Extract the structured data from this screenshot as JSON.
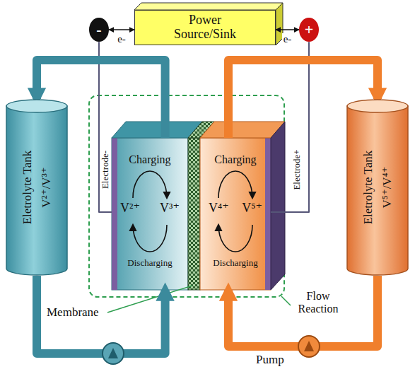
{
  "diagram": {
    "nodes": [
      {
        "text": [
          "-"
        ]
      },
      {
        "text": [
          "Power Source/Sink"
        ]
      },
      {
        "text": [
          "+"
        ]
      },
      {
        "text": [
          "Eletrolyte Tank",
          "V²⁺/V³⁺"
        ]
      },
      {
        "text": [
          "Charging",
          "V²⁺",
          "V³⁺",
          "Discharging"
        ]
      },
      {
        "text": [
          "Charging",
          "V⁴⁺",
          "V⁵⁺",
          "Discharging"
        ]
      },
      {
        "text": [
          "Eletrolyte Tank",
          "V⁵⁺/V⁴⁺"
        ]
      }
    ],
    "edges": [
      {
        "from": 0,
        "to": 1,
        "arrow": "both",
        "label": "e-"
      },
      {
        "from": 1,
        "to": 2,
        "arrow": "both",
        "label": "e-"
      },
      {
        "from": 0,
        "to": 4,
        "arrow": "none"
      },
      {
        "from": 2,
        "to": 5,
        "arrow": "none"
      },
      {
        "from": 4,
        "to": 3,
        "arrow": "to"
      },
      {
        "from": 3,
        "to": 4,
        "arrow": "to"
      },
      {
        "from": 5,
        "to": 6,
        "arrow": "to"
      },
      {
        "from": 6,
        "to": 5,
        "arrow": "to"
      }
    ],
    "labels": [
      "Electrode-",
      "Electrode+",
      "Membrane",
      "Flow Reaction",
      "Pump"
    ]
  }
}
